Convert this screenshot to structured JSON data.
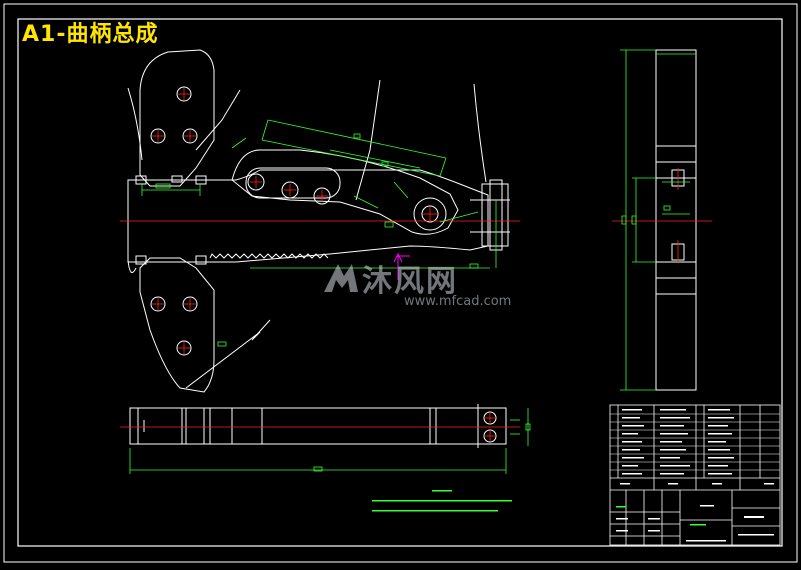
{
  "drawing": {
    "title": "A1-曲柄总成"
  },
  "watermark": {
    "brand": "沐风网",
    "url": "www.mfcad.com"
  },
  "colors": {
    "background": "#000000",
    "outline": "#ffffff",
    "dimension": "#33ff33",
    "centerline": "#ff2020",
    "title": "#ffe600",
    "accent": "#ff00ff"
  }
}
